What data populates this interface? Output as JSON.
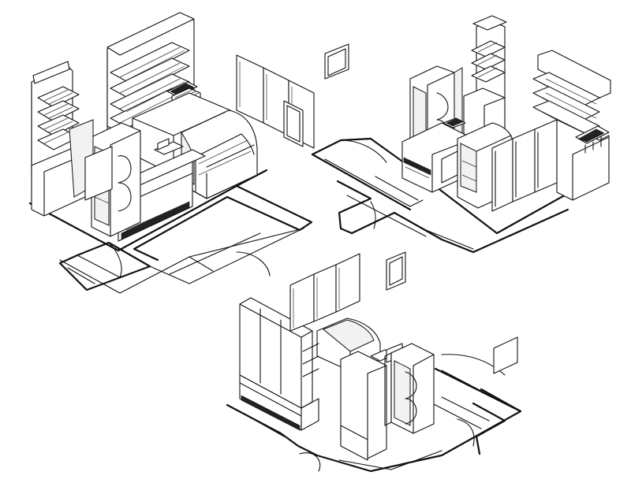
{
  "drawing": {
    "style": "isometric-line-drawing",
    "background_color": "#ffffff",
    "line_color": "#111111",
    "views": [
      {
        "name": "kiosk-view-left",
        "items": [
          "shelving-unit-left",
          "tall-shelving-unit",
          "wall-panels",
          "wall-frame",
          "curved-display-case",
          "upright-fridge",
          "counter",
          "floor-outline"
        ]
      },
      {
        "name": "kiosk-view-right",
        "items": [
          "tall-shelving-unit",
          "wall-shelving-unit",
          "upright-fridge",
          "service-counter",
          "display-case",
          "wall-panels",
          "floor-outline"
        ]
      },
      {
        "name": "kiosk-view-bottom",
        "items": [
          "tall-cabinets",
          "wall-panels",
          "wall-frame",
          "display-case",
          "open-shelving",
          "upright-fridge",
          "sign-panel",
          "floor-outline"
        ]
      }
    ]
  }
}
